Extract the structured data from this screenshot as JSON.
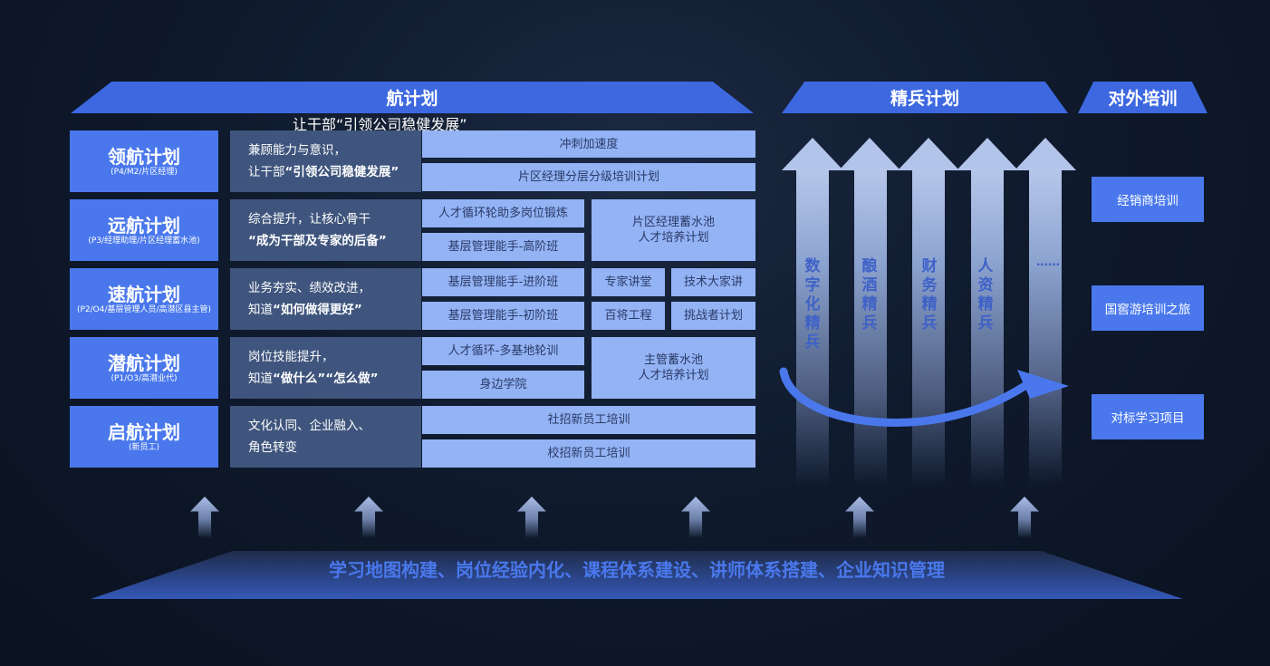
{
  "banners": {
    "main": "航计划",
    "elite": "精兵计划",
    "external": "对外培训"
  },
  "subtitle": "让干部“引领公司稳健发展”",
  "levels": [
    {
      "title": "领航计划",
      "sub": "(P4/M2/片区经理)",
      "desc1": "兼顾能力与意识，",
      "desc2_pre": "让干部",
      "desc2_bold": "“引领公司稳健发展”"
    },
    {
      "title": "远航计划",
      "sub": "(P3/经理助理/片区经理蓄水池)",
      "desc1": "综合提升，让核心骨干",
      "desc2_pre": "",
      "desc2_bold": "“成为干部及专家的后备”"
    },
    {
      "title": "速航计划",
      "sub": "(P2/O4/基层管理人员/高潜区县主管)",
      "desc1": "业务夯实、绩效改进，",
      "desc2_pre": "知道",
      "desc2_bold": "“如何做得更好”"
    },
    {
      "title": "潜航计划",
      "sub": "(P1/O3/高潜业代)",
      "desc1": "岗位技能提升，",
      "desc2_pre": "知道",
      "desc2_bold": "“做什么”“怎么做”"
    },
    {
      "title": "启航计划",
      "sub": "(新员工)",
      "desc1": "文化认同、企业融入、",
      "desc2_pre": "角色转变",
      "desc2_bold": ""
    }
  ],
  "programs": {
    "sprint": "冲刺加速度",
    "regional_tiered": "片区经理分层分级培训计划",
    "talent_rotation": "人才循环轮助多岗位锻炼",
    "basic_advanced_high": "基层管理能手-高阶班",
    "regional_pool": "片区经理蓄水池\n人才培养计划",
    "basic_advanced": "基层管理能手-进阶班",
    "expert_lecture": "专家讲堂",
    "tech_master": "技术大家讲",
    "basic_beginner": "基层管理能手-初阶班",
    "hundred_generals": "百将工程",
    "challenger": "挑战者计划",
    "talent_base_rotation": "人才循环-多基地轮训",
    "supervisor_pool": "主管蓄水池\n人才培养计划",
    "side_academy": "身边学院",
    "social_recruit": "社招新员工培训",
    "campus_recruit": "校招新员工培训"
  },
  "elite_pillars": [
    "数字化精兵",
    "酿酒精兵",
    "财务精兵",
    "人资精兵",
    "……"
  ],
  "external_items": [
    "经销商培训",
    "国窖游培训之旅",
    "对标学习项目"
  ],
  "foundation": "学习地图构建、岗位经验内化、课程体系建设、讲师体系搭建、企业知识管理",
  "colors": {
    "accent": "#4a78ec",
    "banner": "#3d68e0",
    "cell": "#93b3f5",
    "desc_bg": "#3f557d"
  }
}
